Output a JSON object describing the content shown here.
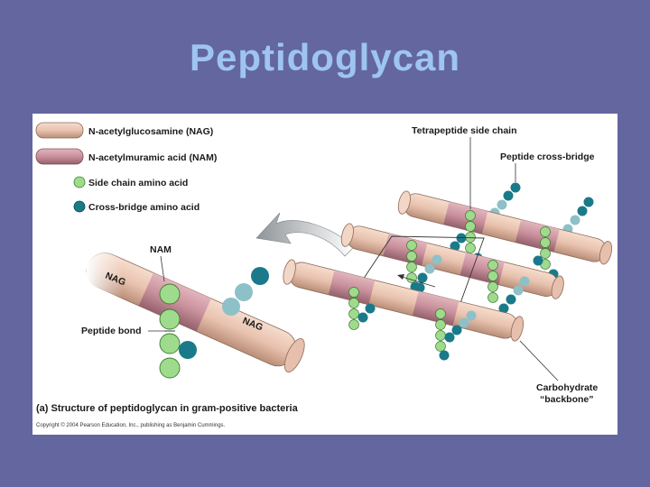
{
  "slide": {
    "title": "Peptidoglycan"
  },
  "legend": {
    "nag": "N-acetylglucosamine (NAG)",
    "nam": "N-acetylmuramic acid (NAM)",
    "side_chain": "Side chain amino acid",
    "cross_bridge": "Cross-bridge amino acid"
  },
  "labels": {
    "tetrapeptide": "Tetrapeptide side chain",
    "cross_bridge": "Peptide cross-bridge",
    "nam": "NAM",
    "nag_left": "NAG",
    "nag_right": "NAG",
    "peptide_bond": "Peptide bond",
    "carbohydrate_line1": "Carbohydrate",
    "carbohydrate_line2": "“backbone”"
  },
  "caption": "(a) Structure of peptidoglycan in gram-positive bacteria",
  "copyright": "Copyright © 2004 Pearson Education, Inc., publishing as Benjamin Cummings.",
  "colors": {
    "background": "#6466a0",
    "title": "#9ec5f0",
    "nag": "#e8c2ae",
    "nam": "#c9909c",
    "side_chain": "#9fdb8c",
    "cross_bridge": "#1a7a8a",
    "pale_bridge": "#8ec0c8"
  }
}
